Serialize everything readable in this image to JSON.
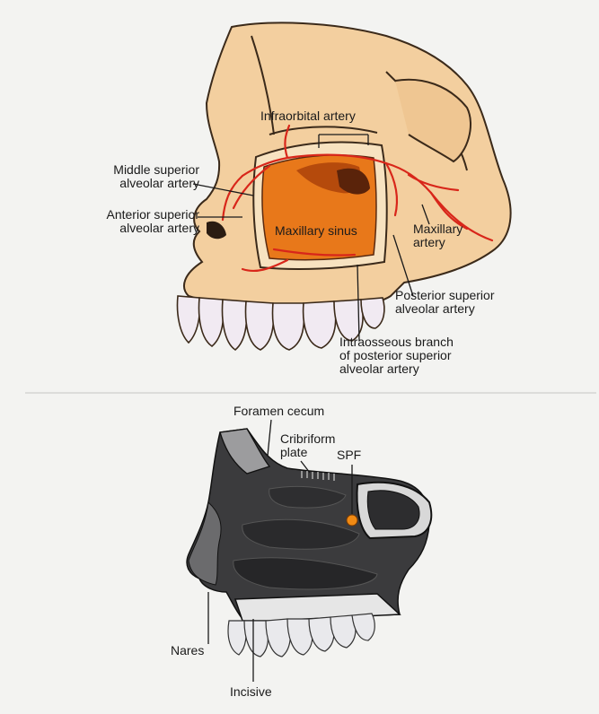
{
  "top_figure": {
    "labels": {
      "infraorbital": "Infraorbital artery",
      "middle_superior": "Middle superior\nalveolar artery",
      "anterior_superior": "Anterior superior\nalveolar artery",
      "maxillary_sinus": "Maxillary sinus",
      "maxillary_artery": "Maxillary\nartery",
      "posterior_superior": "Posterior superior\nalveolar artery",
      "intraosseous": "Intraosseous branch\nof posterior superior\nalveolar artery"
    }
  },
  "bottom_figure": {
    "labels": {
      "foramen_cecum": "Foramen cecum",
      "cribriform": "Cribriform\nplate",
      "spf": "SPF",
      "nares": "Nares",
      "incisive": "Incisive"
    }
  },
  "colors": {
    "bone": "#f3cf9f",
    "bone_outline": "#3b2a1a",
    "sinus_orange": "#e8781a",
    "artery_red": "#d8261a",
    "teeth": "#f1eaf2",
    "cavity_dark": "#3b3b3d",
    "spf_orange": "#f08a14"
  }
}
